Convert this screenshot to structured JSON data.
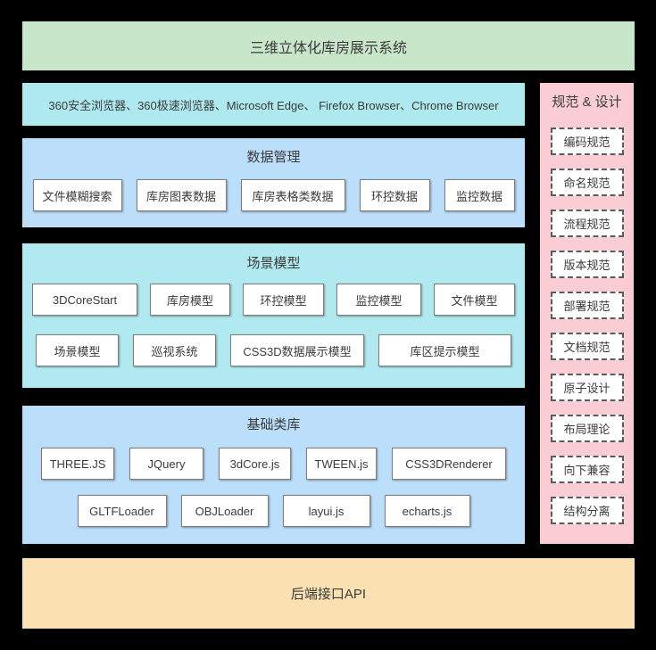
{
  "colors": {
    "background": "#000000",
    "title_banner_bg": "#c8e6c9",
    "browser_bar_bg": "#aee9f0",
    "data_section_bg": "#bbdefb",
    "scene_section_bg": "#b0eaf0",
    "base_section_bg": "#bbdefb",
    "spec_panel_bg": "#f9cdd3",
    "api_banner_bg": "#fbe0b2",
    "box_bg": "#ffffff",
    "box_border": "#7e7e7e",
    "dashed_border": "#5c5c5c",
    "text": "#3b3b3b"
  },
  "title_banner": {
    "label": "三维立体化库房展示系统"
  },
  "browser_bar": {
    "label": "360安全浏览器、360极速浏览器、Microsoft Edge、 Firefox Browser、Chrome Browser"
  },
  "sections": [
    {
      "id": "data",
      "title": "数据管理",
      "rows": [
        [
          "文件模糊搜索",
          "库房图表数据",
          "库房表格类数据",
          "环控数据",
          "监控数据"
        ]
      ]
    },
    {
      "id": "scene",
      "title": "场景模型",
      "rows": [
        [
          "3DCoreStart",
          "库房模型",
          "环控模型",
          "监控模型",
          "文件模型"
        ],
        [
          "场景模型",
          "巡视系统",
          "CSS3D数据展示模型",
          "库区提示模型"
        ]
      ]
    },
    {
      "id": "base",
      "title": "基础类库",
      "rows": [
        [
          "THREE.JS",
          "JQuery",
          "3dCore.js",
          "TWEEN.js",
          "CSS3DRenderer"
        ],
        [
          "GLTFLoader",
          "OBJLoader",
          "layui.js",
          "echarts.js"
        ]
      ]
    }
  ],
  "spec_panel": {
    "title": "规范 & 设计",
    "items": [
      "编码规范",
      "命名规范",
      "流程规范",
      "版本规范",
      "部署规范",
      "文档规范",
      "原子设计",
      "布局理论",
      "向下兼容",
      "结构分离"
    ]
  },
  "api_banner": {
    "label": "后端接口API"
  }
}
